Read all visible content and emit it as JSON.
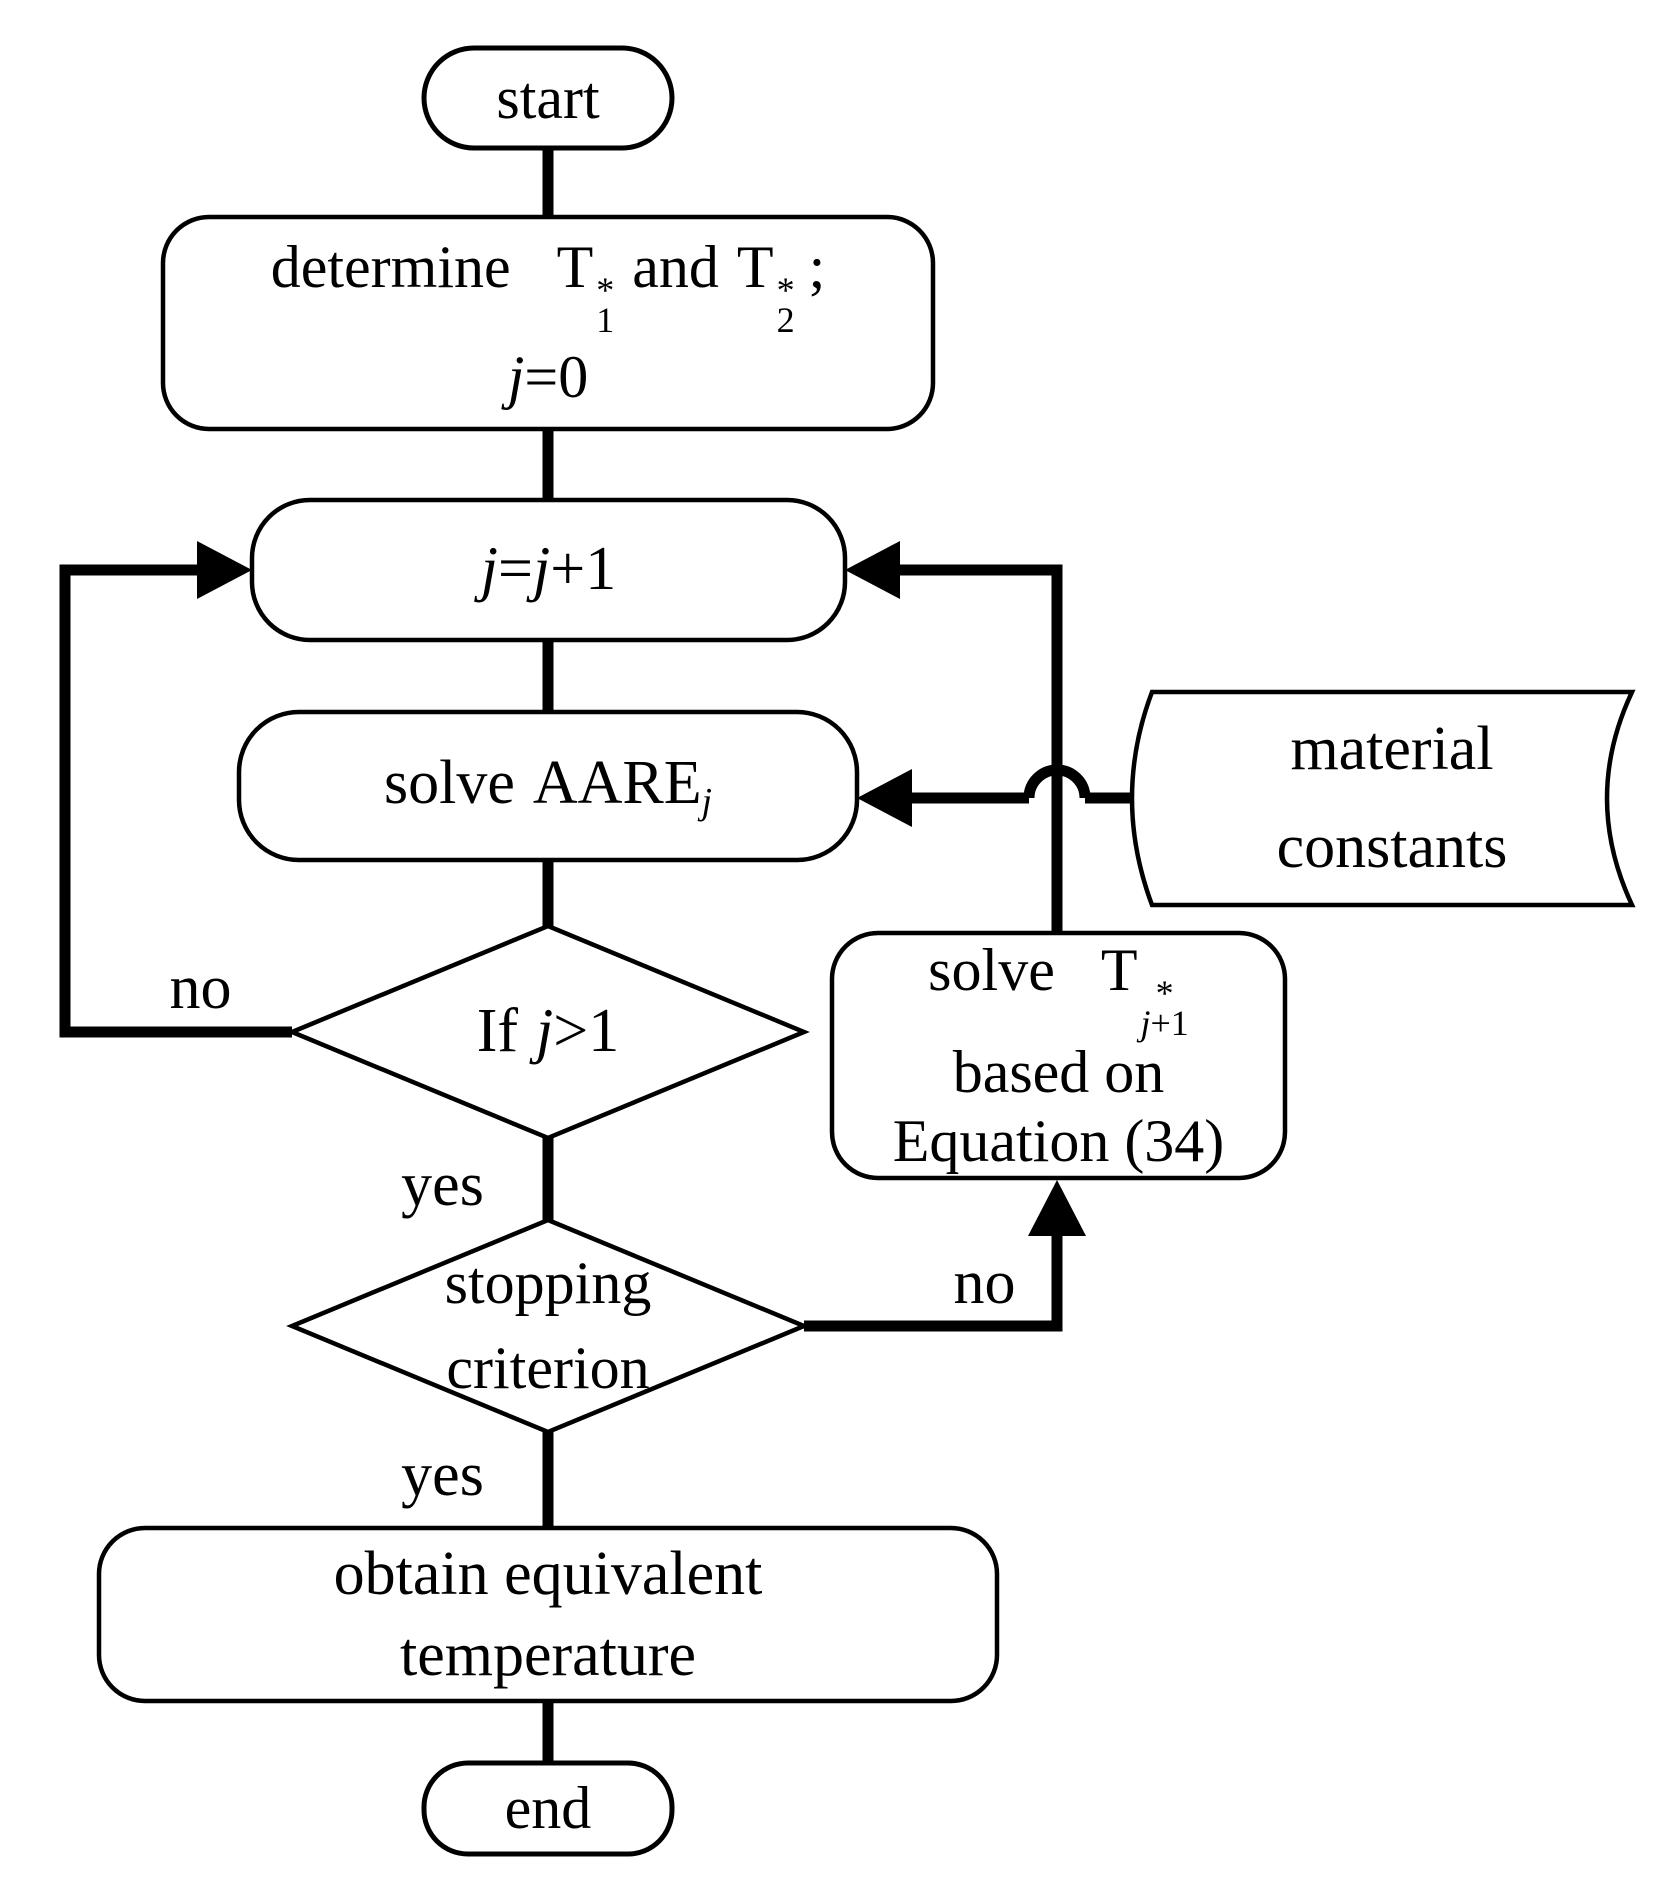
{
  "nodes": {
    "start": {
      "label": "start"
    },
    "determine": {
      "word": "determine",
      "t1_base": "T",
      "t1_sup": "*",
      "t1_sub": "1",
      "and": "and",
      "t2_base": "T",
      "t2_sup": "*",
      "t2_sub": "2",
      "semicolon": ";",
      "j": "j",
      "init": "=0"
    },
    "increment": {
      "j1": "j",
      "eq": "=",
      "j2": "j",
      "plus_one": "+1"
    },
    "solve_aare": {
      "word": "solve",
      "acronym": "AARE",
      "sub_j": "j"
    },
    "if_decision": {
      "word": "If",
      "j": "j",
      "comparison": ">1"
    },
    "stopping": {
      "line1": "stopping",
      "line2": "criterion"
    },
    "solve_t": {
      "word": "solve",
      "t_base": "T",
      "t_sup": "*",
      "t_sub_j": "j",
      "t_sub_rest": "+1",
      "line2": "based on",
      "line3": "Equation (34)"
    },
    "material": {
      "line1": "material",
      "line2": "constants"
    },
    "obtain": {
      "line1": "obtain equivalent",
      "line2": "temperature"
    },
    "end": {
      "label": "end"
    }
  },
  "edge_labels": {
    "if_no": "no",
    "if_yes": "yes",
    "stopping_no": "no",
    "stopping_yes": "yes"
  },
  "colors": {
    "stroke": "#000000",
    "fill": "#ffffff",
    "text": "#000000"
  }
}
